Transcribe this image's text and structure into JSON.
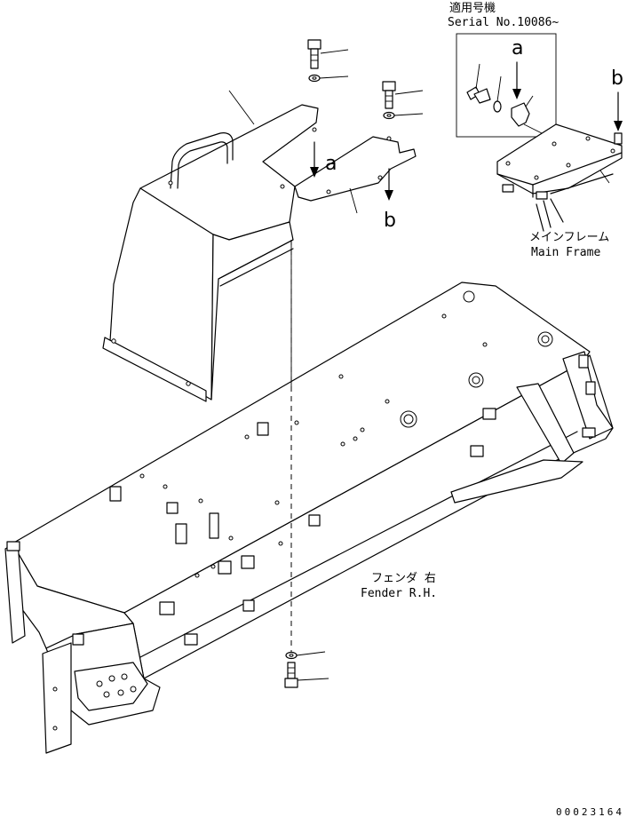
{
  "labels": {
    "serial_applies_jp": "適用号機",
    "serial_no": "Serial No.10086~",
    "main_frame_jp": "メインフレーム",
    "main_frame_en": "Main Frame",
    "fender_jp": "フェンダ 右",
    "fender_en": "Fender R.H.",
    "letter_a_main": "a",
    "letter_b_main": "b",
    "letter_a_inset": "a",
    "letter_b_inset": "b",
    "figure_id": "00023164"
  }
}
